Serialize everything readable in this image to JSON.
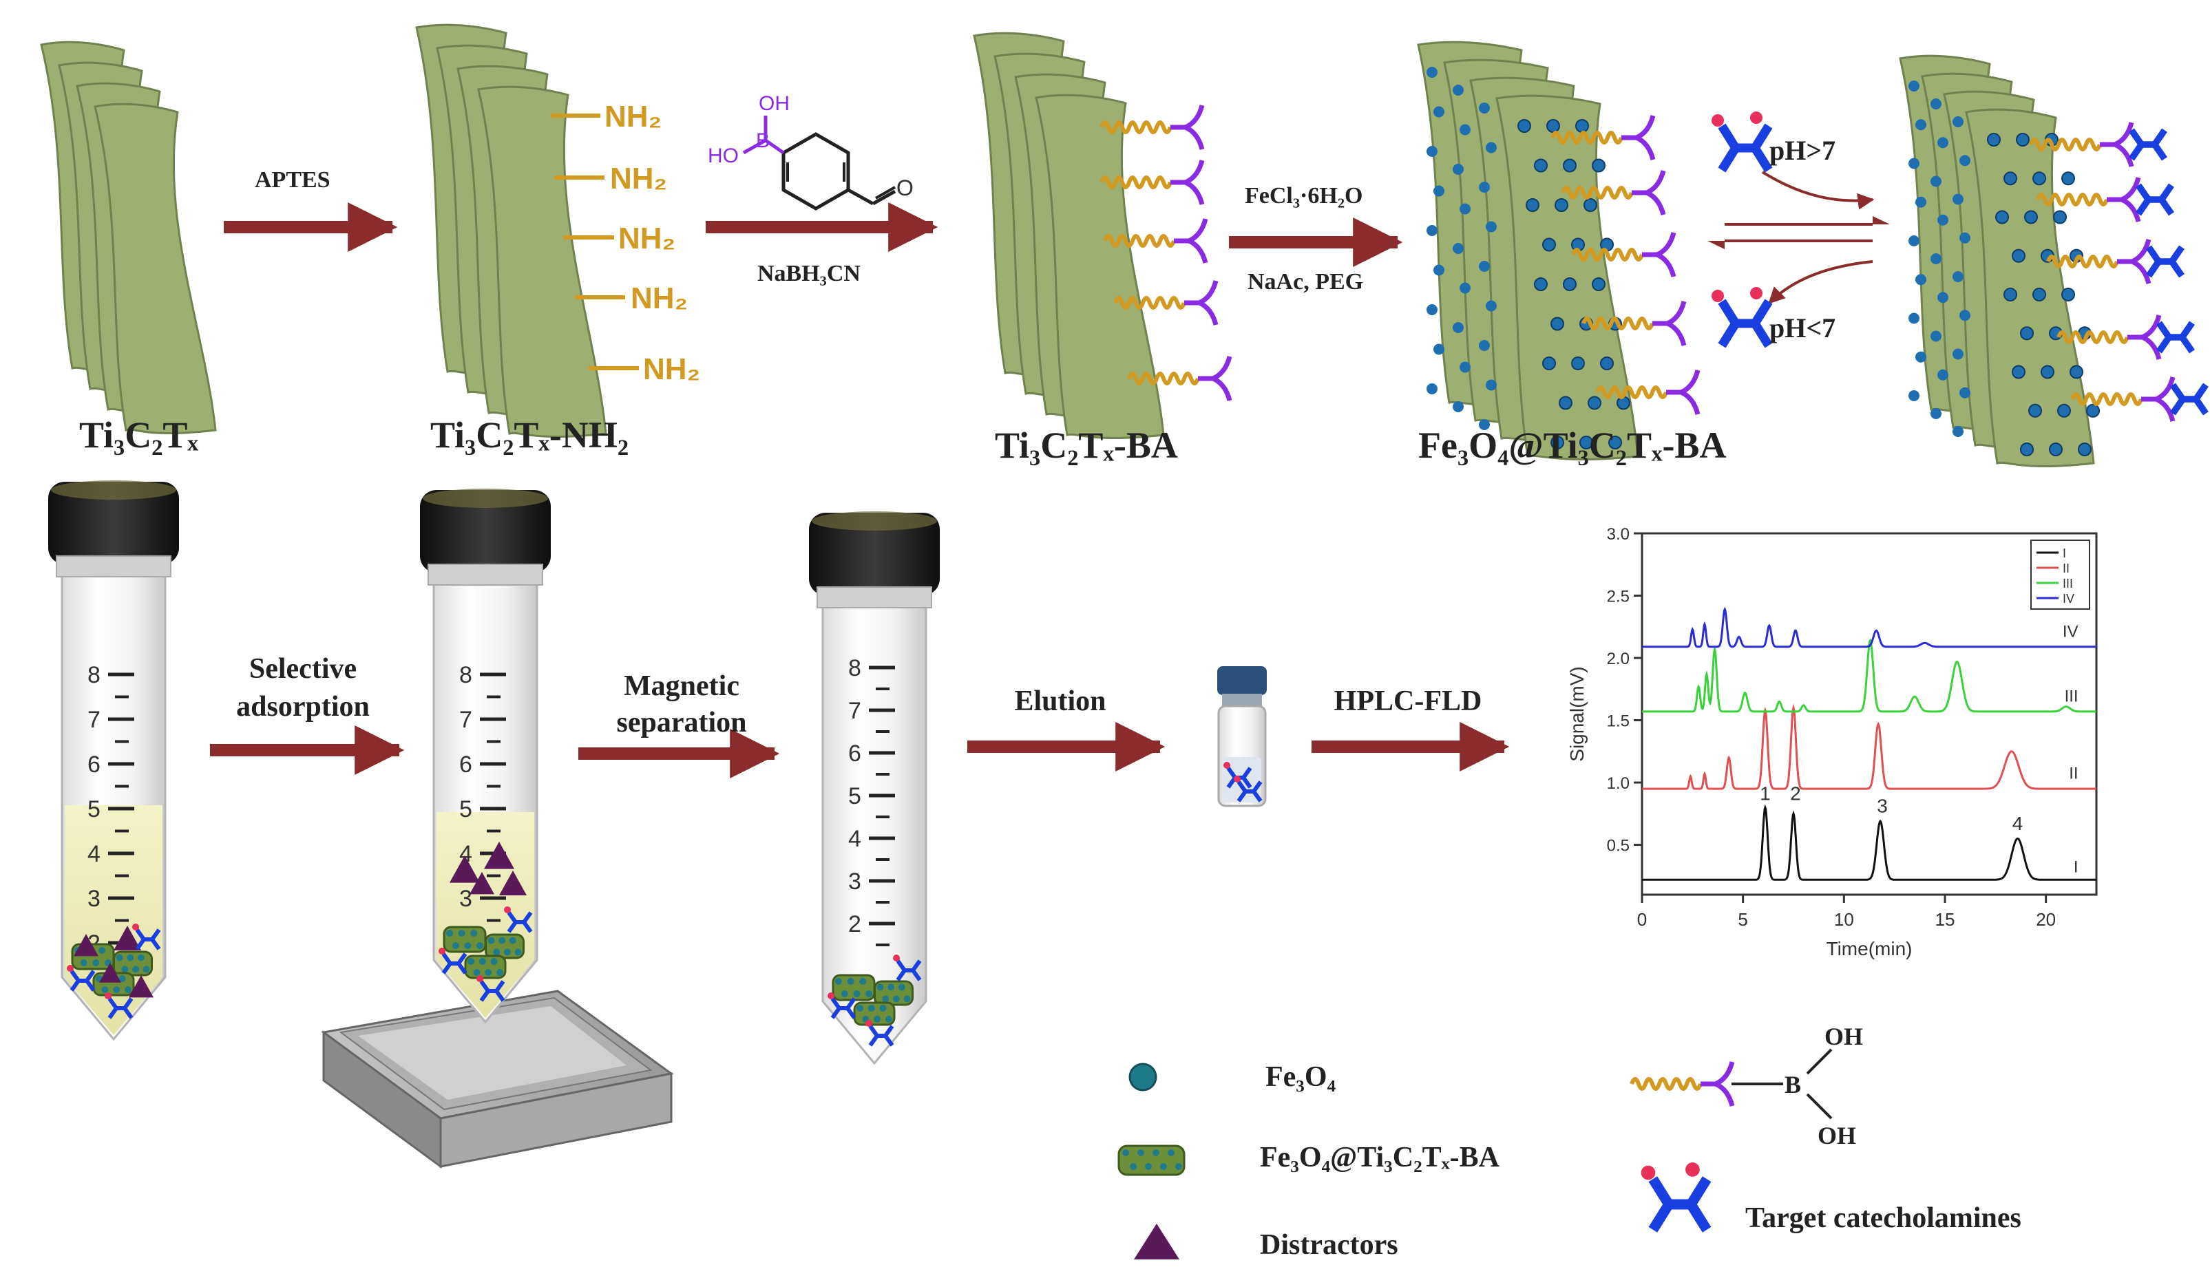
{
  "labels": {
    "ti3c2tx": "Ti₃C₂Tₓ",
    "ti3c2tx_nh2": "Ti₃C₂Tₓ-NH₂",
    "ti3c2tx_ba": "Ti₃C₂Tₓ-BA",
    "fe3o4_ti3c2tx_ba": "Fe₃O₄@Ti₃C₂Tₓ-BA"
  },
  "amine_group": "NH₂",
  "reagents": {
    "step1": "APTES",
    "step2": "NaBH₃CN",
    "step3_top": "FeCl₃·6H₂O",
    "step3_bottom": "NaAc, PEG"
  },
  "molecule": {
    "oh": "OH",
    "ho": "HO",
    "b": "B",
    "o": "O"
  },
  "equilibrium": {
    "forward": "pH>7",
    "backward": "pH<7"
  },
  "process": {
    "step_adsorption_1": "Selective",
    "step_adsorption_2": "adsorption",
    "step_separation_1": "Magnetic",
    "step_separation_2": "separation",
    "step_elution": "Elution",
    "step_hplc": "HPLC-FLD"
  },
  "tube_scale": [
    "8",
    "7",
    "6",
    "5",
    "4",
    "3",
    "2"
  ],
  "legend": {
    "fe3o4": "Fe₃O₄",
    "composite": "Fe₃O₄@Ti₃C₂Tₓ-BA",
    "distractors": "Distractors",
    "targets": "Target catecholamines",
    "ba_oh_top": "OH",
    "ba_oh_bottom": "OH",
    "ba_b": "B"
  },
  "colors": {
    "arrow": "#8b2c2c",
    "sheet": "#9db072",
    "amine": "#d29a20",
    "boronic": "#8a2be2",
    "fe3o4": "#1f7a8a",
    "catecholamine": "#1a3fe0",
    "catechol_oh": "#e8305a",
    "distractor": "#5a1a5a"
  },
  "chart_data": {
    "type": "line",
    "xlabel": "Time(min)",
    "ylabel": "Signal(mV)",
    "xlim": [
      0,
      22.5
    ],
    "ylim": [
      0.1,
      3.0
    ],
    "x_ticks": [
      "0",
      "5",
      "10",
      "15",
      "20"
    ],
    "y_ticks": [
      "0.5",
      "1.0",
      "1.5",
      "2.0",
      "2.5",
      "3.0"
    ],
    "legend": [
      "I",
      "II",
      "III",
      "IV"
    ],
    "series": [
      {
        "name": "I",
        "color": "#111111",
        "baseline": 0.22,
        "peaks": [
          [
            6.1,
            0.58,
            0.12
          ],
          [
            7.5,
            0.53,
            0.12
          ],
          [
            11.8,
            0.47,
            0.18
          ],
          [
            18.6,
            0.33,
            0.3
          ]
        ]
      },
      {
        "name": "II",
        "color": "#e05050",
        "baseline": 0.95,
        "peaks": [
          [
            2.4,
            0.1,
            0.06
          ],
          [
            3.1,
            0.12,
            0.06
          ],
          [
            4.3,
            0.25,
            0.1
          ],
          [
            6.1,
            0.63,
            0.12
          ],
          [
            7.5,
            0.65,
            0.12
          ],
          [
            11.7,
            0.52,
            0.15
          ],
          [
            18.3,
            0.3,
            0.35
          ]
        ]
      },
      {
        "name": "III",
        "color": "#3ad23a",
        "baseline": 1.57,
        "peaks": [
          [
            2.8,
            0.2,
            0.08
          ],
          [
            3.2,
            0.3,
            0.08
          ],
          [
            3.6,
            0.5,
            0.1
          ],
          [
            5.1,
            0.15,
            0.12
          ],
          [
            6.8,
            0.08,
            0.1
          ],
          [
            8.0,
            0.05,
            0.1
          ],
          [
            11.3,
            0.57,
            0.15
          ],
          [
            13.5,
            0.12,
            0.2
          ],
          [
            15.6,
            0.4,
            0.25
          ],
          [
            21.0,
            0.04,
            0.2
          ]
        ]
      },
      {
        "name": "IV",
        "color": "#2a2ad8",
        "baseline": 2.09,
        "peaks": [
          [
            2.5,
            0.14,
            0.07
          ],
          [
            3.1,
            0.18,
            0.07
          ],
          [
            4.1,
            0.3,
            0.1
          ],
          [
            4.8,
            0.08,
            0.1
          ],
          [
            6.3,
            0.17,
            0.1
          ],
          [
            7.6,
            0.13,
            0.1
          ],
          [
            11.6,
            0.13,
            0.14
          ],
          [
            14.0,
            0.03,
            0.2
          ]
        ]
      }
    ],
    "peak_labels": [
      {
        "text": "1",
        "x": 6.1,
        "y": 0.86
      },
      {
        "text": "2",
        "x": 7.6,
        "y": 0.86
      },
      {
        "text": "3",
        "x": 11.9,
        "y": 0.76
      },
      {
        "text": "4",
        "x": 18.6,
        "y": 0.62
      }
    ],
    "trace_labels": [
      {
        "text": "I",
        "x": 21.6,
        "y": 0.28
      },
      {
        "text": "II",
        "x": 21.6,
        "y": 1.03
      },
      {
        "text": "III",
        "x": 21.6,
        "y": 1.65
      },
      {
        "text": "IV",
        "x": 21.6,
        "y": 2.17
      }
    ]
  }
}
